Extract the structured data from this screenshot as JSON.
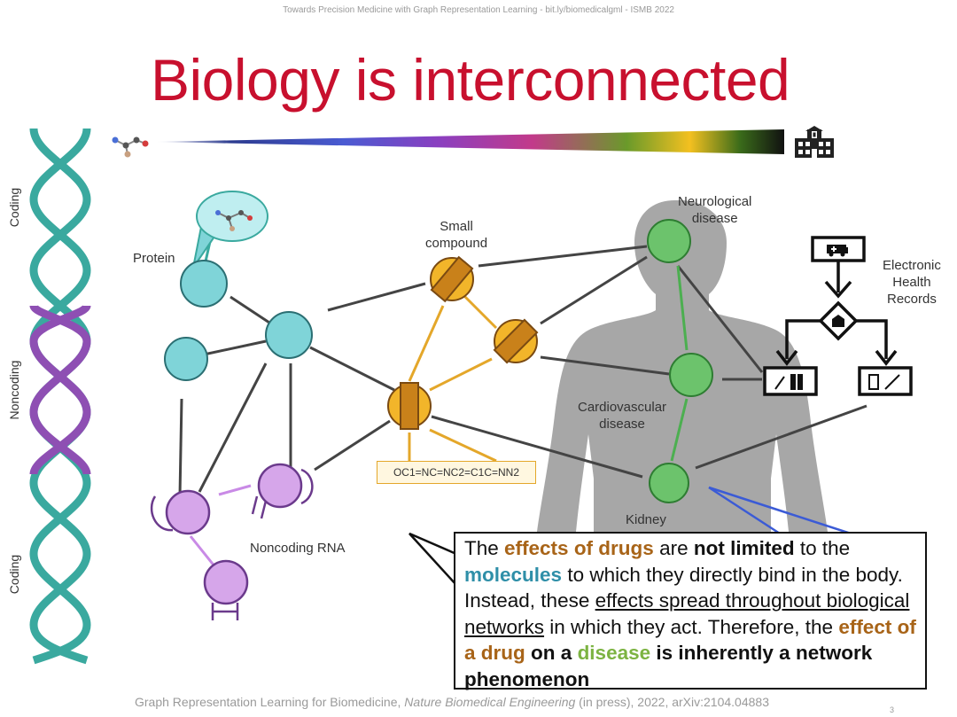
{
  "header": "Towards Precision Medicine with Graph Representation Learning - bit.ly/biomedicalgml - ISMB 2022",
  "title": "Biology is interconnected",
  "dna_labels": {
    "top": "Coding",
    "middle": "Noncoding",
    "bottom": "Coding"
  },
  "labels": {
    "protein": "Protein",
    "small_compound": "Small\ncompound",
    "neurological": "Neurological\ndisease",
    "cardiovascular": "Cardiovascular\ndisease",
    "kidney": "Kidney",
    "noncoding_rna": "Noncoding RNA",
    "ehr": "Electronic\nHealth\nRecords",
    "smiles": "OC1=NC=NC2=C1C=NN2"
  },
  "callout": {
    "s1": "The ",
    "s2": "effects of drugs",
    "s3": " are ",
    "s4": "not limited",
    "s5": " to the ",
    "s6": "molecules",
    "s7": " to which they directly bind in the body. Instead, these ",
    "s8": "effects spread throughout biological networks",
    "s9": " in which they act. Therefore, the ",
    "s10": "effect of a drug",
    "s11": " ",
    "s12": "on a",
    "s13": " ",
    "s14": "disease",
    "s15": " ",
    "s16": "is inherently a network phenomenon"
  },
  "footer": {
    "a": "Graph Representation Learning for Biomedicine, ",
    "b": "Nature Biomedical Engineering",
    "c": " (in press), 2022, arXiv:2104.04883"
  },
  "page_number": "3",
  "colors": {
    "title": "#c8102e",
    "dna_teal": "#3aa99f",
    "dna_purple": "#8e4fb3",
    "protein": "#7fd4d8",
    "compound": "#f2b52a",
    "rna": "#d6a6ea",
    "disease": "#6cc36c",
    "body": "#a7a7a7"
  },
  "icons": [
    "molecule-icon",
    "hospital-icon",
    "ambulance-icon",
    "diagnosis-icon",
    "syringe-icon",
    "medicine-icon"
  ]
}
